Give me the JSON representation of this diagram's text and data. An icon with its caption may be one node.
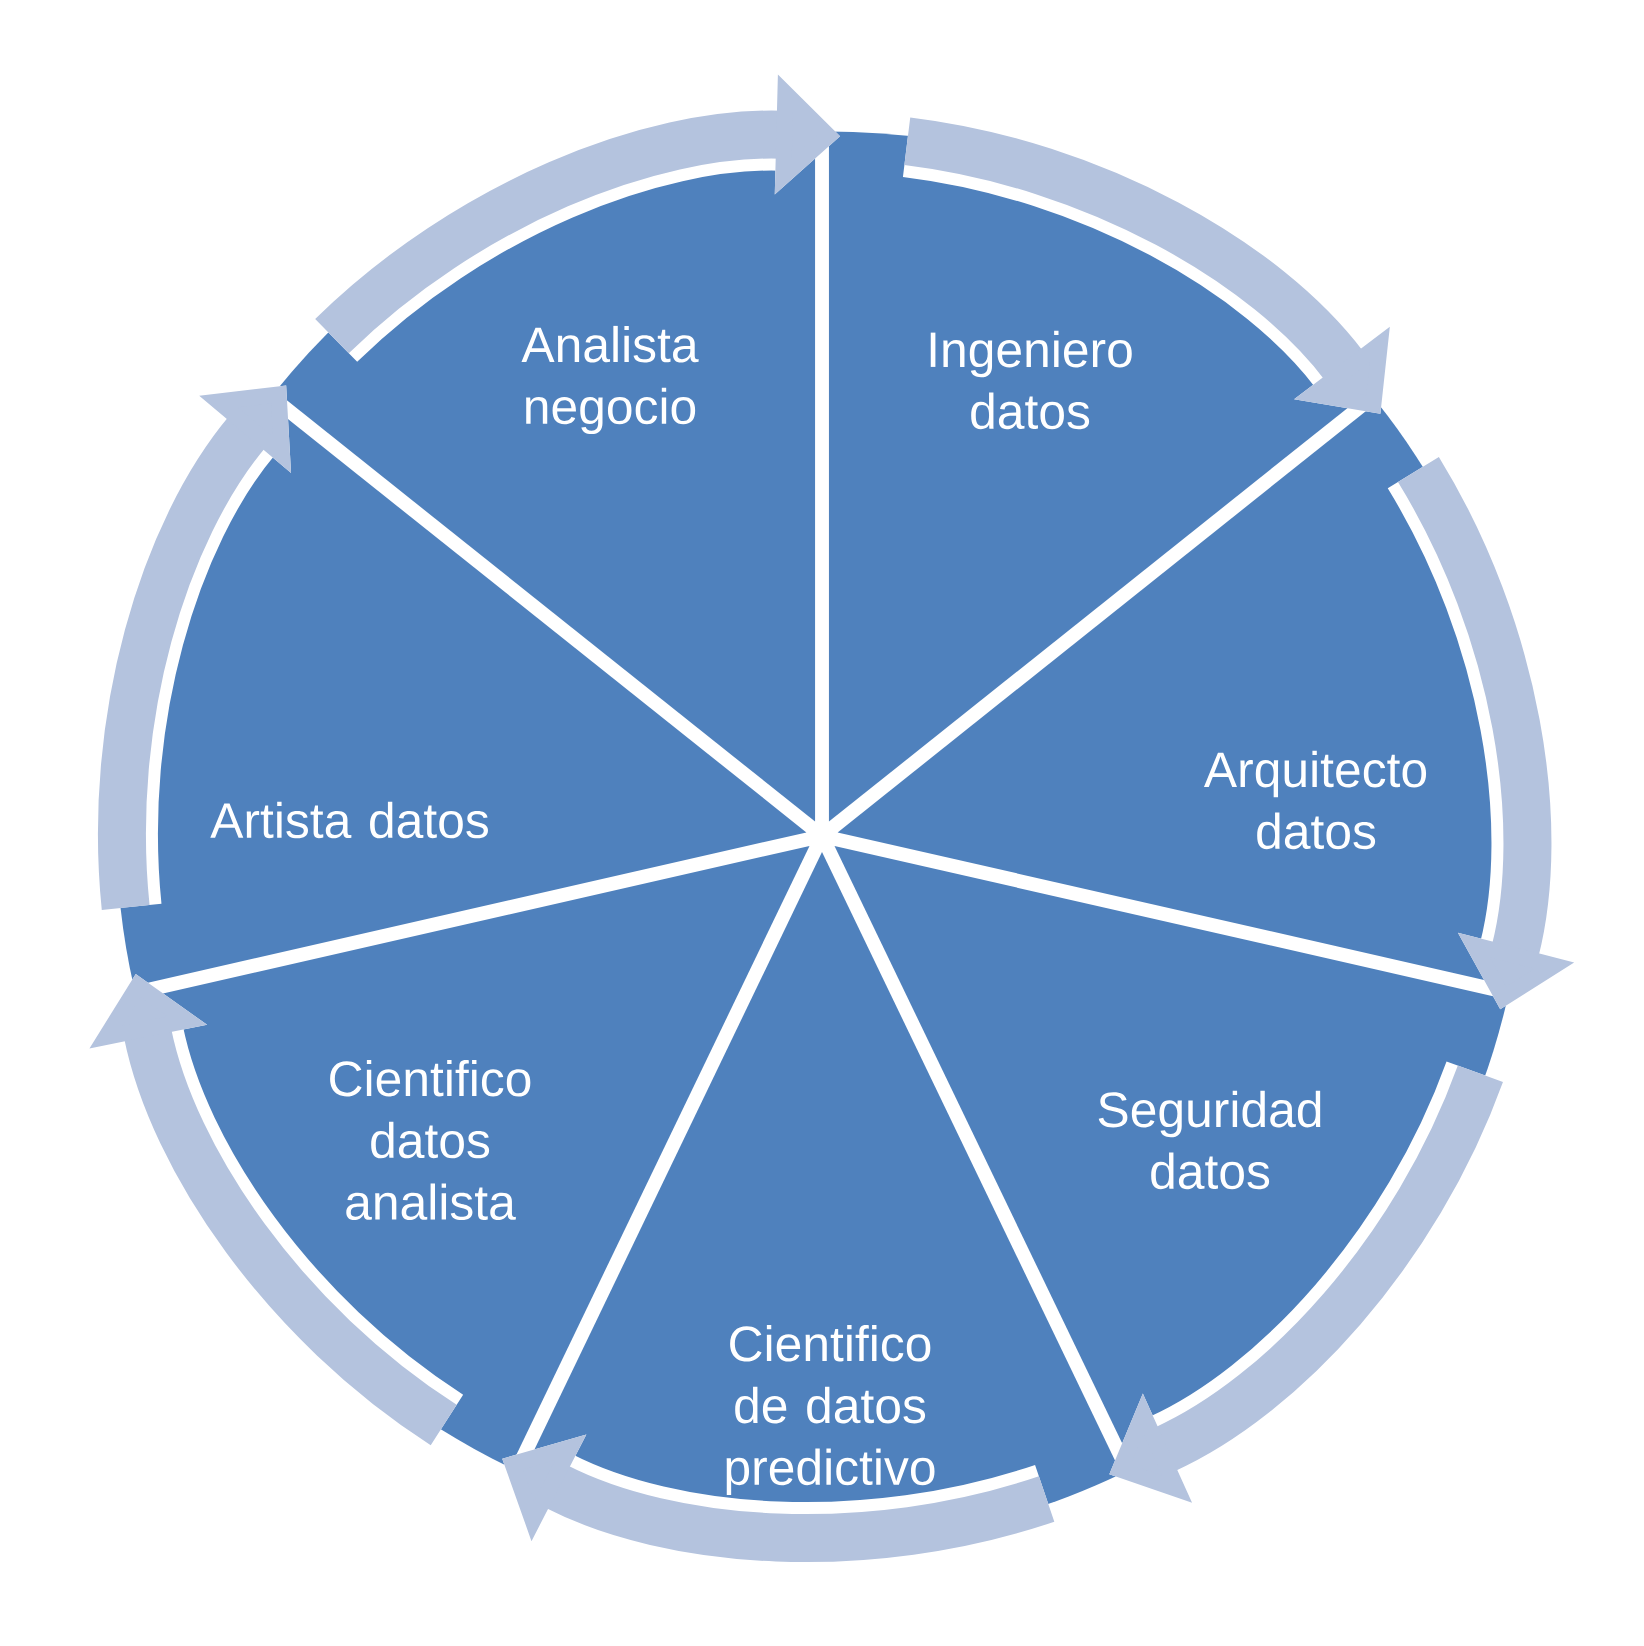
{
  "diagram": {
    "nodes": [
      {
        "text": [
          "Analista negocio"
        ]
      },
      {
        "text": [
          "Ingeniero datos"
        ]
      },
      {
        "text": [
          "Arquitecto datos"
        ]
      },
      {
        "text": [
          "Seguridad datos"
        ]
      },
      {
        "text": [
          "Cientifico de datos predictivo"
        ]
      },
      {
        "text": [
          "Cientifico datos analista"
        ]
      },
      {
        "text": [
          "Artista datos"
        ]
      }
    ],
    "edges": [
      {
        "from": 6,
        "to": 0,
        "arrow": "to"
      },
      {
        "from": 0,
        "to": 1,
        "arrow": "to"
      },
      {
        "from": 1,
        "to": 2,
        "arrow": "to"
      },
      {
        "from": 2,
        "to": 3,
        "arrow": "to"
      },
      {
        "from": 3,
        "to": 4,
        "arrow": "to"
      },
      {
        "from": 4,
        "to": 5,
        "arrow": "to"
      },
      {
        "from": 5,
        "to": 6,
        "arrow": "to"
      }
    ]
  }
}
